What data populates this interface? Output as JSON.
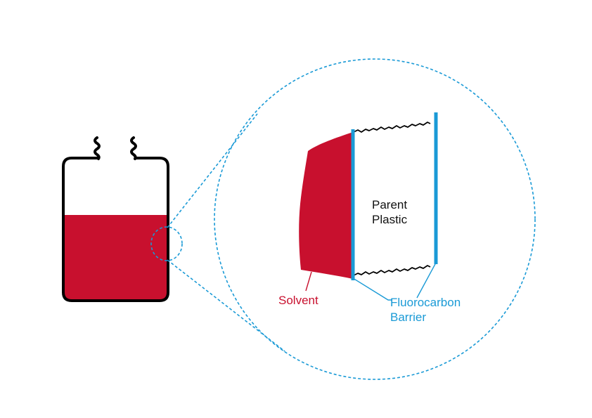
{
  "labels": {
    "parent_line1": "Parent",
    "parent_line2": "Plastic",
    "solvent": "Solvent",
    "barrier_line1": "Fluorocarbon",
    "barrier_line2": "Barrier"
  },
  "colors": {
    "solvent": "#c8102e",
    "barrier": "#1a9ad6",
    "outline": "#000000",
    "background": "#ffffff"
  },
  "icons": {
    "container": "bottle-icon",
    "magnifier": "magnify-circle"
  }
}
